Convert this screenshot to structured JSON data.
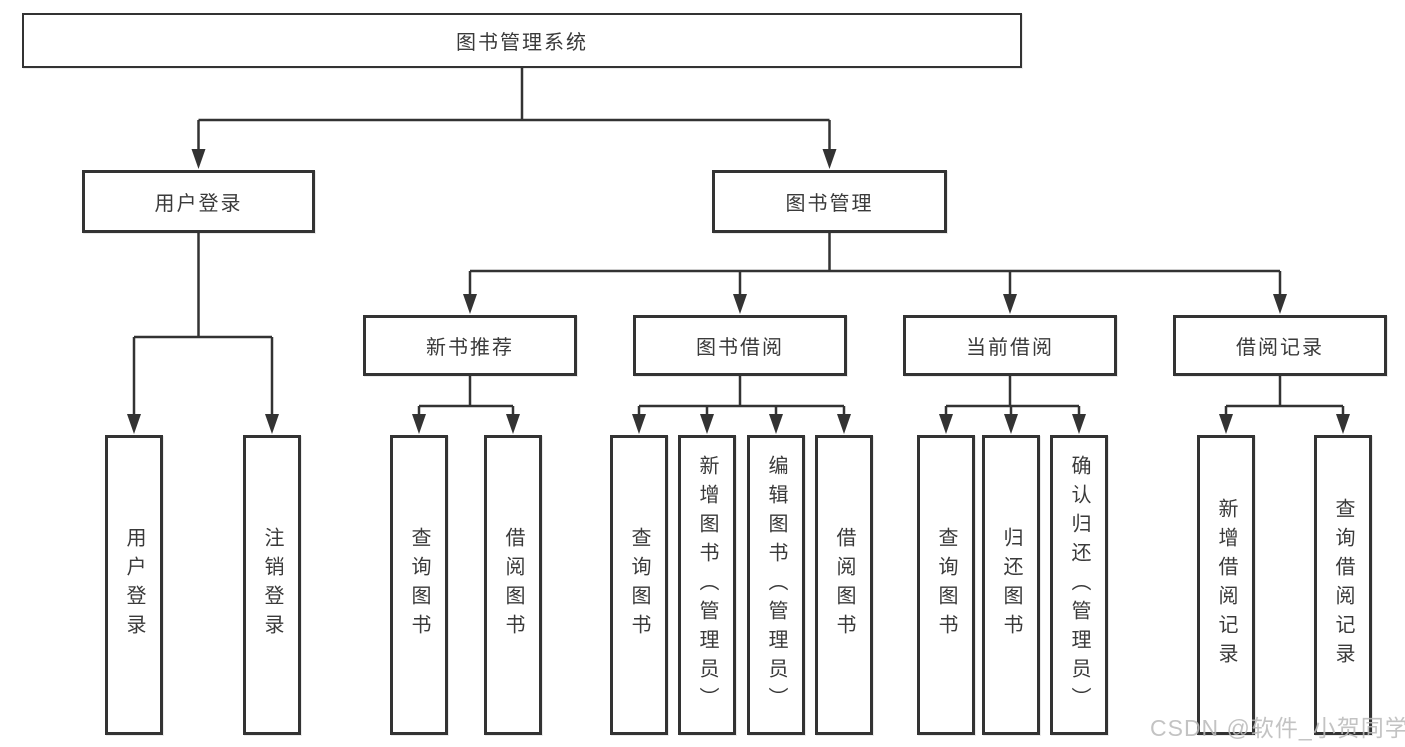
{
  "diagram_title": "图书管理系统",
  "tree": {
    "label": "图书管理系统",
    "children": [
      {
        "label": "用户登录",
        "children": [
          {
            "label": "用户登录"
          },
          {
            "label": "注销登录"
          }
        ]
      },
      {
        "label": "图书管理",
        "children": [
          {
            "label": "新书推荐",
            "children": [
              {
                "label": "查询图书"
              },
              {
                "label": "借阅图书"
              }
            ]
          },
          {
            "label": "图书借阅",
            "children": [
              {
                "label": "查询图书"
              },
              {
                "label": "新增图书（管理员）"
              },
              {
                "label": "编辑图书（管理员）"
              },
              {
                "label": "借阅图书"
              }
            ]
          },
          {
            "label": "当前借阅",
            "children": [
              {
                "label": "查询图书"
              },
              {
                "label": "归还图书"
              },
              {
                "label": "确认归还（管理员）"
              }
            ]
          },
          {
            "label": "借阅记录",
            "children": [
              {
                "label": "新增借阅记录"
              },
              {
                "label": "查询借阅记录"
              }
            ]
          }
        ]
      }
    ]
  },
  "watermark": {
    "text": "CSDN @软件_小贺同学"
  },
  "colors": {
    "line": "#333333",
    "box_border": "#333333",
    "box_fill": "#ffffff",
    "text": "#3a3a3a",
    "watermark": "#bbbbbb",
    "background": "#ffffff"
  }
}
